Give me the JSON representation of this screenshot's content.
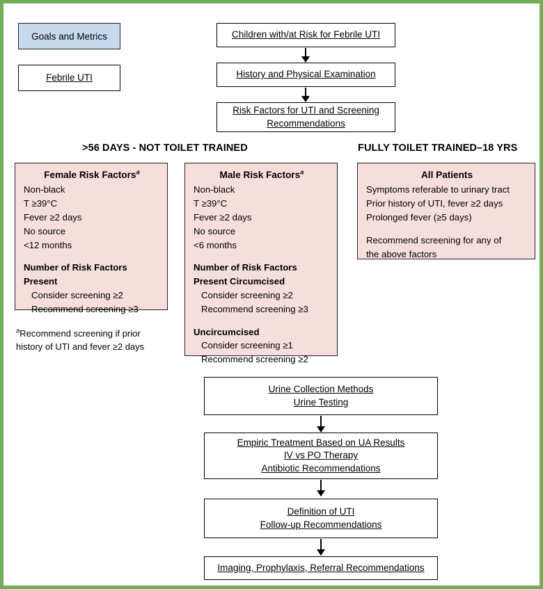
{
  "frame": {
    "border_color": "#74ad5a"
  },
  "legend": {
    "goals_box": {
      "label": "Goals and Metrics",
      "fill": "#c6d9ef"
    },
    "febrile_box": {
      "label": "Febrile UTI",
      "fill": "#ffffff"
    }
  },
  "top_flow": {
    "boxes": [
      {
        "lines": [
          "Children with/at Risk for Febrile UTI"
        ]
      },
      {
        "lines": [
          "History and Physical Examination"
        ]
      },
      {
        "lines": [
          "Risk Factors for UTI and Screening",
          "Recommendations"
        ]
      }
    ]
  },
  "sections": {
    "left_caption": ">56 DAYS - NOT TOILET TRAINED",
    "right_caption": "FULLY TOILET TRAINED–18 YRS"
  },
  "risk_boxes": {
    "fill": "#f5dedc",
    "female": {
      "title": "Female Risk Factors",
      "title_sup": "a",
      "factors": [
        "Non-black",
        "T ≥39°C",
        "Fever ≥2 days",
        "No source",
        "<12 months"
      ],
      "heading_lines": [
        "Number of Risk Factors",
        "Present"
      ],
      "recommendations": [
        "Consider screening ≥2",
        "Recommend screening ≥3"
      ]
    },
    "male": {
      "title": "Male Risk Factors",
      "title_sup": "a",
      "factors": [
        "Non-black",
        "T ≥39°C",
        "Fever ≥2 days",
        "No source",
        "<6 months"
      ],
      "heading_lines": [
        "Number of Risk Factors",
        "Present Circumcised"
      ],
      "recommendations": [
        "Consider screening ≥2",
        "Recommend screening ≥3"
      ],
      "uncircumcised_heading": "Uncircumcised",
      "uncircumcised_recommendations": [
        "Consider screening ≥1",
        "Recommend screening ≥2"
      ]
    },
    "all_patients": {
      "title": "All Patients",
      "factors": [
        "Symptoms referable to urinary tract",
        "Prior history of UTI, fever ≥2 days",
        "Prolonged fever (≥5 days)"
      ],
      "recommendation_lines": [
        "Recommend screening for any of",
        "the above factors"
      ]
    }
  },
  "footnote": {
    "marker": "a",
    "line1": "Recommend screening if prior",
    "line2": "history of UTI and fever ≥2 days"
  },
  "bottom_flow": {
    "boxes": [
      {
        "lines": [
          "Urine Collection Methods",
          "Urine Testing"
        ]
      },
      {
        "lines": [
          "Empiric Treatment Based on UA Results",
          "IV vs PO Therapy",
          "Antibiotic Recommendations"
        ]
      },
      {
        "lines": [
          "Definition of UTI",
          "Follow-up Recommendations"
        ]
      },
      {
        "lines": [
          "Imaging, Prophylaxis, Referral Recommendations"
        ]
      }
    ]
  }
}
